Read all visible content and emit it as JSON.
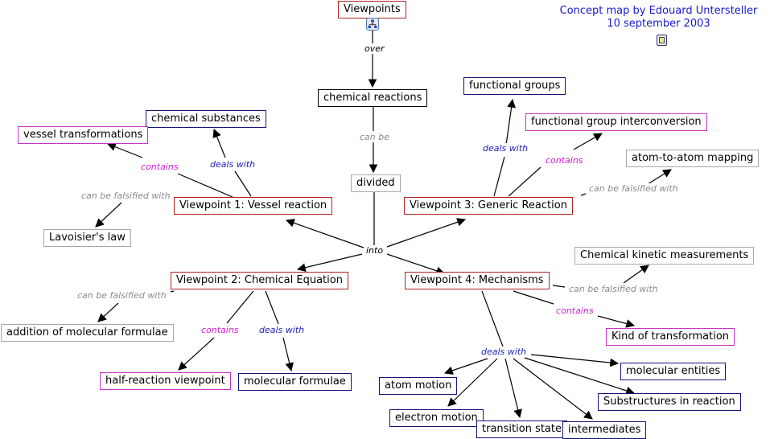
{
  "credit": {
    "line1": "Concept map by Edouard Untersteller",
    "line2": "10 september 2003",
    "icon": "document-image-icon"
  },
  "colors": {
    "viewpoint_border": "#b22222",
    "deals_with_border": "#14147a",
    "contains_border": "#c832c8",
    "falsified_border": "#a8a8a8",
    "deals_with_label": "#1e1eb4",
    "contains_label": "#d21ed2",
    "falsified_label": "#8a8a8a",
    "credit_text": "#1a1ac8"
  },
  "nodes": {
    "viewpoints": "Viewpoints",
    "chemical_reactions": "chemical reactions",
    "divided": "divided",
    "vp1": "Viewpoint 1: Vessel reaction",
    "vp2": "Viewpoint 2: Chemical Equation",
    "vp3": "Viewpoint 3: Generic Reaction",
    "vp4": "Viewpoint 4: Mechanisms",
    "chemical_substances": "chemical substances",
    "vessel_transformations": "vessel transformations",
    "lavoisier": "Lavoisier's law",
    "functional_groups": "functional groups",
    "fg_interconversion": "functional group interconversion",
    "atom_mapping": "atom-to-atom mapping",
    "addition_formulae": "addition of molecular formulae",
    "half_reaction": "half-reaction viewpoint",
    "molecular_formulae": "molecular formulae",
    "kinetic_measurements": "Chemical kinetic measurements",
    "kind_transformation": "Kind of transformation",
    "molecular_entities": "molecular entities",
    "substructures": "Substructures in reaction",
    "atom_motion": "atom motion",
    "electron_motion": "electron motion",
    "transition_state": "transition state",
    "intermediates": "intermediates"
  },
  "links": {
    "over": "over",
    "can_be": "can be",
    "into": "into",
    "vp1_contains": "contains",
    "vp1_deals": "deals with",
    "vp1_falsified": "can be falsified with",
    "vp2_contains": "contains",
    "vp2_deals": "deals with",
    "vp2_falsified": "can be falsified with",
    "vp3_deals": "deals with",
    "vp3_contains": "contains",
    "vp3_falsified": "can be falsified with",
    "vp4_falsified": "can be falsified with",
    "vp4_contains": "contains",
    "vp4_deals": "deals with"
  },
  "viewpoints_icon": "sub-map-icon"
}
